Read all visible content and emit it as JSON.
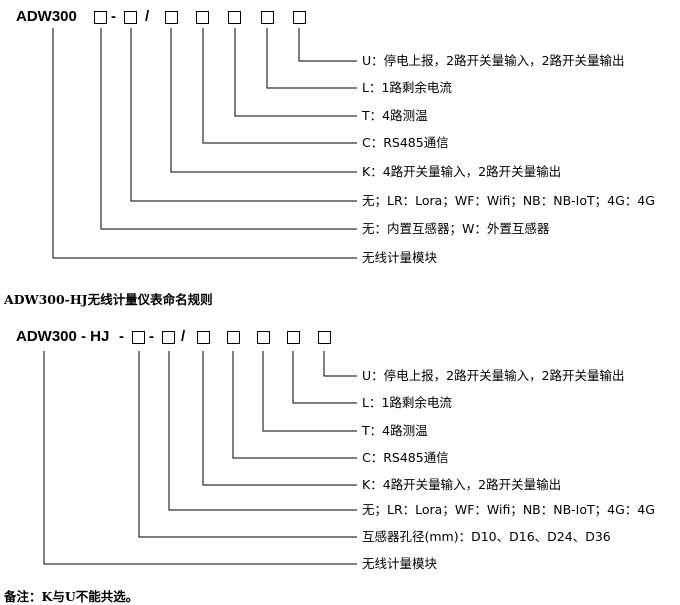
{
  "diagram1": {
    "model": "ADW300",
    "dash": "-",
    "slash": "/",
    "boxes": [
      "box-1",
      "box-2",
      "box-3",
      "box-4",
      "box-5",
      "box-6",
      "box-7"
    ],
    "labels": [
      "U：停电上报，2路开关量输入，2路开关量输出",
      "L：1路剩余电流",
      "T：4路测温",
      "C：RS485通信",
      "K：4路开关量输入，2路开关量输出",
      "无；LR：Lora；WF：Wifi；NB：NB-IoT；4G：4G",
      "无：内置互感器；W：外置互感器",
      "无线计量模块"
    ]
  },
  "caption": "ADW300-HJ无线计量仪表命名规则",
  "diagram2": {
    "model": "ADW300 - HJ",
    "dash1": "-",
    "dash2": "-",
    "slash": "/",
    "labels": [
      "U：停电上报，2路开关量输入，2路开关量输出",
      "L：1路剩余电流",
      "T：4路测温",
      "C：RS485通信",
      "K：4路开关量输入，2路开关量输出",
      "无；LR：Lora；WF：Wifi；NB：NB-IoT；4G：4G",
      "互感器孔径(mm)：D10、D16、D24、D36",
      "无线计量模块"
    ]
  },
  "note": "备注：K与U不能共选。"
}
